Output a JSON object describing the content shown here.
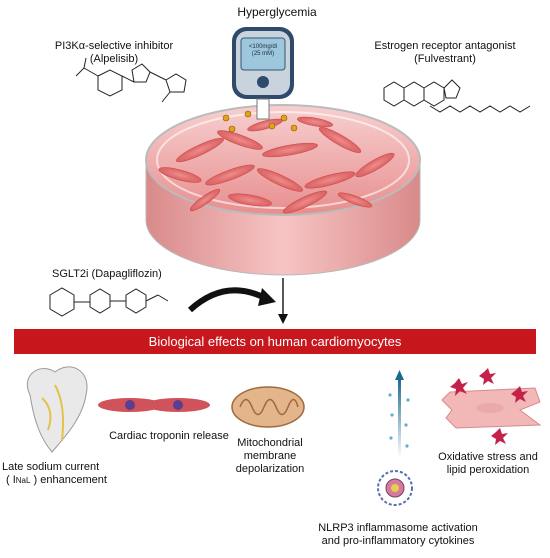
{
  "title": "Hyperglycemia",
  "glucometer": {
    "line1": "<100mg/dl",
    "line2": "(25 mM)"
  },
  "drugs": {
    "pi3k": {
      "name": "PI3Kα-selective inhibitor",
      "compound": "(Alpelisib)"
    },
    "estrogen": {
      "name": "Estrogen receptor antagonist",
      "compound": "(Fulvestrant)"
    },
    "sglt2": {
      "name": "SGLT2i (Dapagliflozin)"
    }
  },
  "banner": "Biological effects on human cardiomyocytes",
  "effects": {
    "sodium": {
      "line1": "Late sodium current",
      "line2_pre": "( I",
      "line2_sub": "NaL",
      "line2_post": " ) enhancement"
    },
    "troponin": "Cardiac troponin release",
    "mito": {
      "line1": "Mitochondrial",
      "line2": "membrane",
      "line3": "depolarization"
    },
    "nlrp3": {
      "line1": "NLRP3 inflammasome activation",
      "line2": "and pro-inflammatory cytokines"
    },
    "oxidative": {
      "line1": "Oxidative stress and",
      "line2": "lipid peroxidation"
    }
  },
  "colors": {
    "banner": "#c8161d",
    "dish": "#f2a7a7",
    "cell": "#e06464",
    "arrow": "#111111"
  }
}
